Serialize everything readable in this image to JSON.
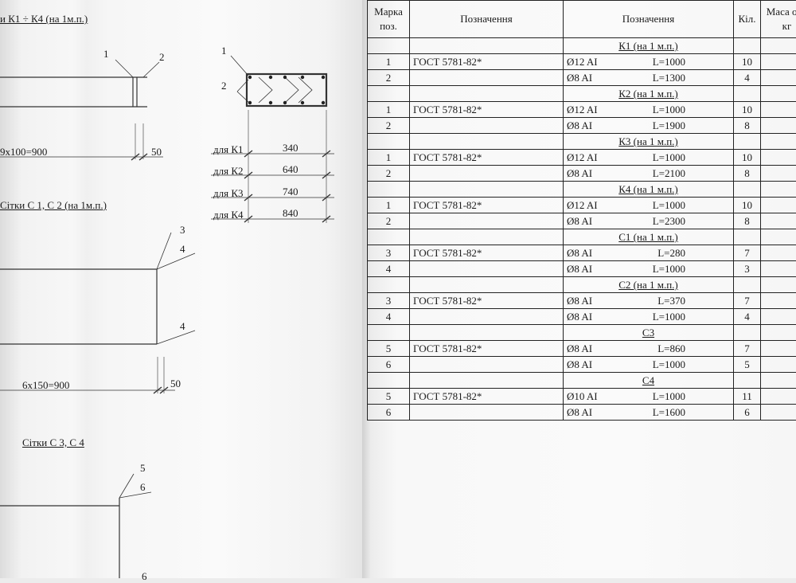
{
  "left_page": {
    "frames_title": "и К1 ÷ К4 (на 1м.п.)",
    "frames_dim": "9x100=900",
    "frames_dim_tail": "50",
    "frame_labels": [
      "1",
      "2"
    ],
    "section_labels": [
      "1",
      "2"
    ],
    "section_rows": [
      {
        "label": "для К1",
        "value": "340"
      },
      {
        "label": "для К2",
        "value": "640"
      },
      {
        "label": "для К3",
        "value": "740"
      },
      {
        "label": "для К4",
        "value": "840"
      }
    ],
    "mesh12_title": "Сітки С 1, С 2 (на 1м.п.)",
    "mesh12_labels": [
      "3",
      "4",
      "4"
    ],
    "mesh12_dim": "6x150=900",
    "mesh12_dim_tail": "50",
    "mesh34_title": "Сітки С 3, С 4",
    "mesh34_labels": [
      "5",
      "6",
      "6"
    ]
  },
  "table": {
    "headers": {
      "mark": "Марка поз.",
      "designation": "Позначення",
      "name": "Позначення",
      "qty": "Кіл.",
      "mass": "Маса од., кг"
    },
    "groups": [
      {
        "title": "К1 (на 1 м.п.)",
        "rows": [
          {
            "pos": "1",
            "std": "ГОСТ 5781-82*",
            "dia": "Ø12 AI",
            "len": "L=1000",
            "qty": "10"
          },
          {
            "pos": "2",
            "std": "",
            "dia": "Ø8 AI",
            "len": "L=1300",
            "qty": "4"
          }
        ]
      },
      {
        "title": "К2 (на 1 м.п.)",
        "rows": [
          {
            "pos": "1",
            "std": "ГОСТ 5781-82*",
            "dia": "Ø12 AI",
            "len": "L=1000",
            "qty": "10"
          },
          {
            "pos": "2",
            "std": "",
            "dia": "Ø8 AI",
            "len": "L=1900",
            "qty": "8"
          }
        ]
      },
      {
        "title": "К3 (на 1 м.п.)",
        "rows": [
          {
            "pos": "1",
            "std": "ГОСТ 5781-82*",
            "dia": "Ø12 AI",
            "len": "L=1000",
            "qty": "10"
          },
          {
            "pos": "2",
            "std": "",
            "dia": "Ø8 AI",
            "len": "L=2100",
            "qty": "8"
          }
        ]
      },
      {
        "title": "К4 (на 1 м.п.)",
        "rows": [
          {
            "pos": "1",
            "std": "ГОСТ 5781-82*",
            "dia": "Ø12 AI",
            "len": "L=1000",
            "qty": "10"
          },
          {
            "pos": "2",
            "std": "",
            "dia": "Ø8 AI",
            "len": "L=2300",
            "qty": "8"
          }
        ]
      },
      {
        "title": "С1 (на 1 м.п.)",
        "rows": [
          {
            "pos": "3",
            "std": "ГОСТ 5781-82*",
            "dia": "Ø8 AI",
            "len": "L=280",
            "qty": "7"
          },
          {
            "pos": "4",
            "std": "",
            "dia": "Ø8 AI",
            "len": "L=1000",
            "qty": "3"
          }
        ]
      },
      {
        "title": "С2 (на 1 м.п.)",
        "rows": [
          {
            "pos": "3",
            "std": "ГОСТ 5781-82*",
            "dia": "Ø8 AI",
            "len": "L=370",
            "qty": "7"
          },
          {
            "pos": "4",
            "std": "",
            "dia": "Ø8 AI",
            "len": "L=1000",
            "qty": "4"
          }
        ]
      },
      {
        "title": "С3",
        "rows": [
          {
            "pos": "5",
            "std": "ГОСТ 5781-82*",
            "dia": "Ø8 AI",
            "len": "L=860",
            "qty": "7"
          },
          {
            "pos": "6",
            "std": "",
            "dia": "Ø8 AI",
            "len": "L=1000",
            "qty": "5"
          }
        ]
      },
      {
        "title": "С4",
        "rows": [
          {
            "pos": "5",
            "std": "ГОСТ 5781-82*",
            "dia": "Ø10 AI",
            "len": "L=1000",
            "qty": "11"
          },
          {
            "pos": "6",
            "std": "",
            "dia": "Ø8 AI",
            "len": "L=1600",
            "qty": "6"
          }
        ]
      }
    ]
  }
}
